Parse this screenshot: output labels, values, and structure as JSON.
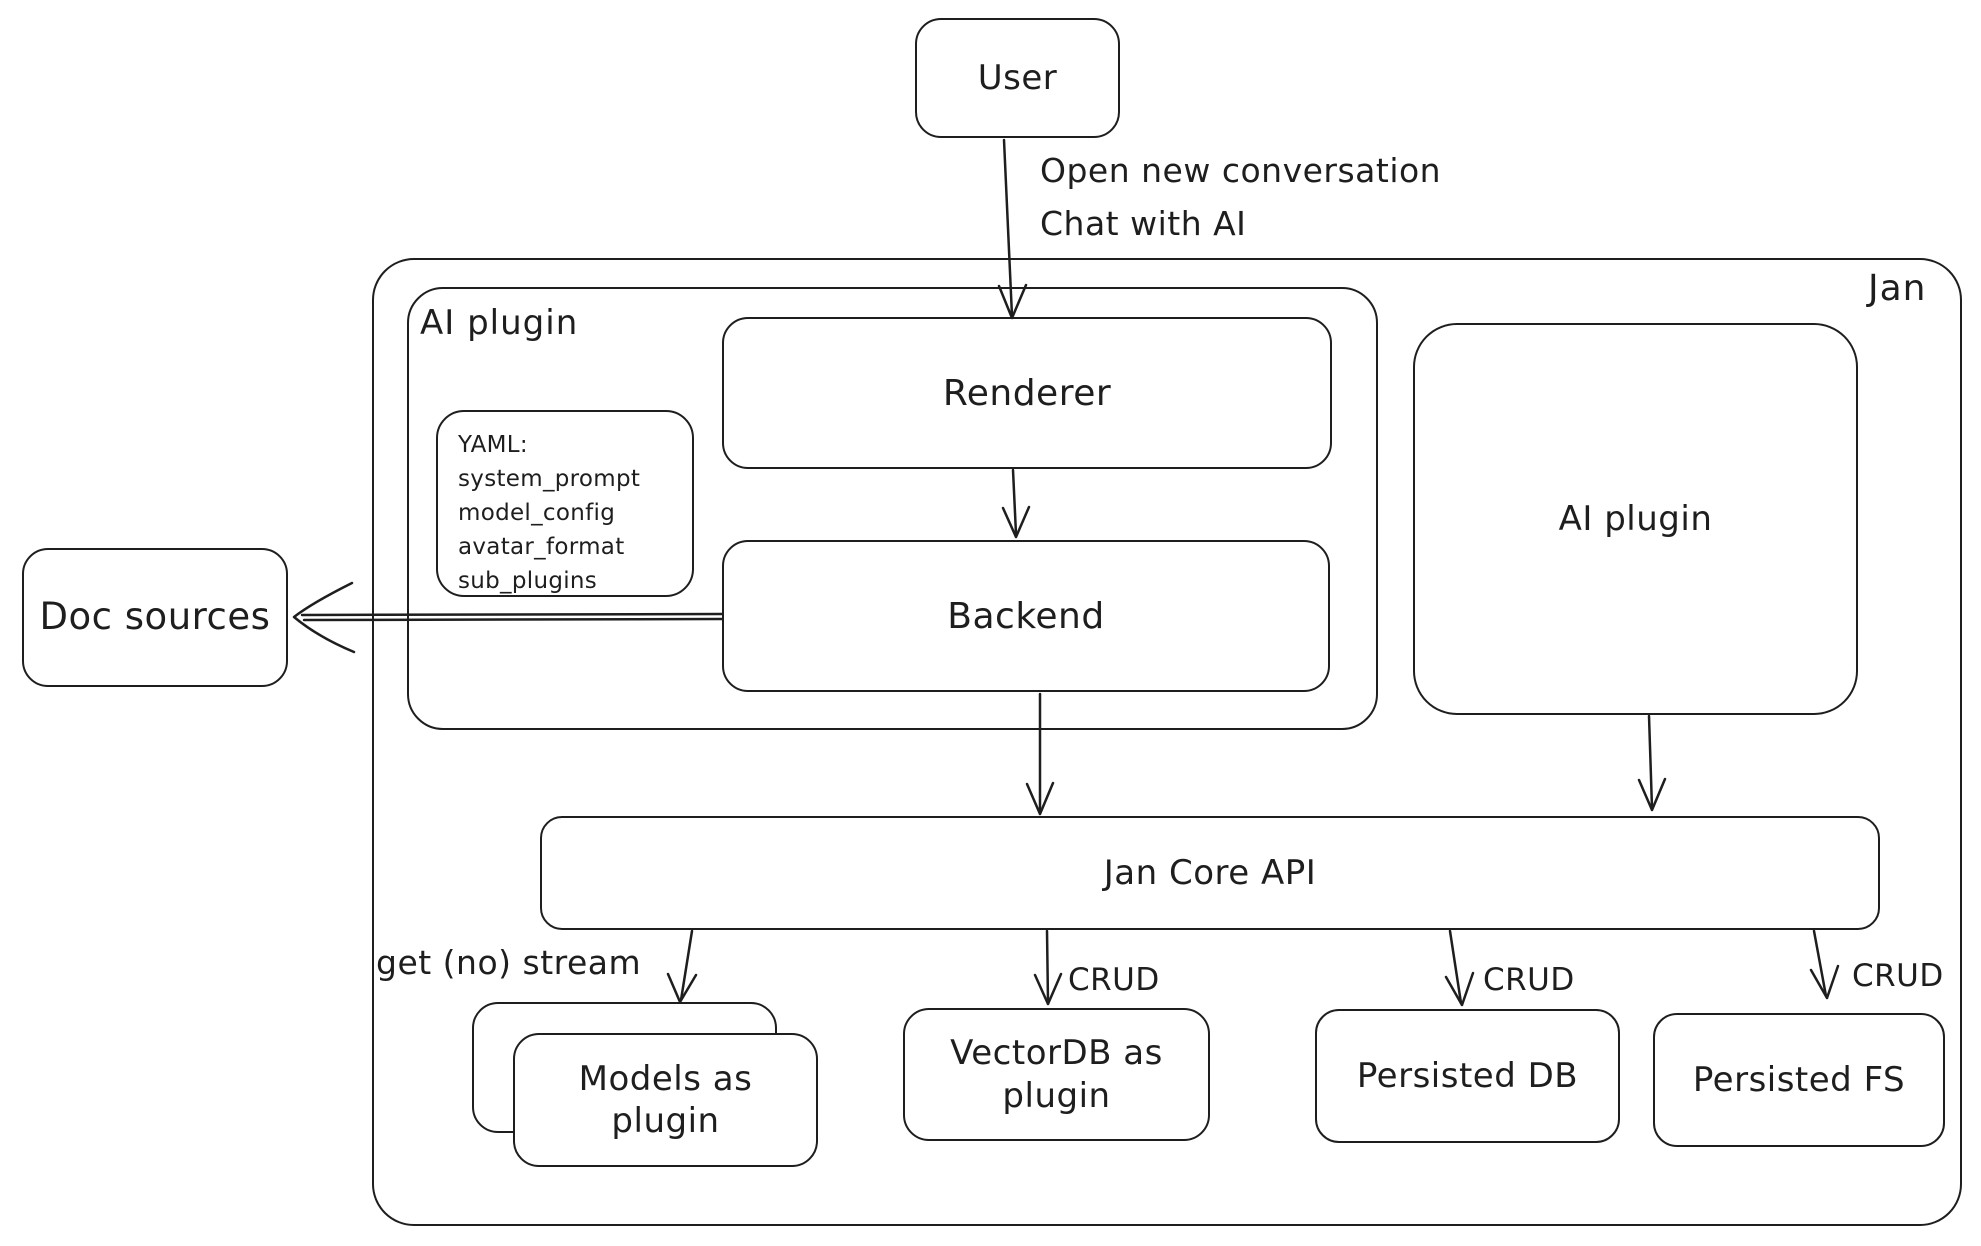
{
  "diagram": {
    "outer_label": "Jan",
    "nodes": {
      "user": "User",
      "ai_plugin_group": "AI plugin",
      "renderer": "Renderer",
      "backend": "Backend",
      "doc_sources": "Doc sources",
      "ai_plugin_right": "AI plugin",
      "jan_core_api": "Jan Core API",
      "models_as_plugin": "Models as plugin",
      "vectordb_as_plugin": "VectorDB as plugin",
      "persisted_db": "Persisted DB",
      "persisted_fs": "Persisted FS"
    },
    "yaml_note": {
      "lines": [
        "YAML:",
        "system_prompt",
        "model_config",
        "avatar_format",
        "sub_plugins"
      ]
    },
    "edge_labels": {
      "open_new_conversation": "Open new conversation",
      "chat_with_ai": "Chat with AI",
      "get_no_stream": "get (no) stream",
      "crud_vectordb": "CRUD",
      "crud_persisted_db": "CRUD",
      "crud_persisted_fs": "CRUD"
    },
    "colors": {
      "stroke": "#1e1e1e",
      "background": "#ffffff"
    }
  }
}
